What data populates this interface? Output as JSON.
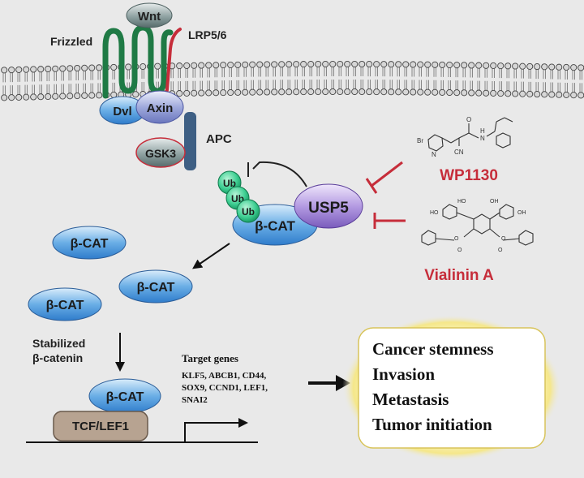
{
  "receptors": {
    "wnt": "Wnt",
    "frizzled": "Frizzled",
    "lrp": "LRP5/6",
    "dvl": "Dvl",
    "axin": "Axin",
    "apc": "APC",
    "gsk3": "GSK3"
  },
  "complex": {
    "ub1": "Ub",
    "ub2": "Ub",
    "ub3": "Ub",
    "beta_cat": "β-CAT",
    "usp5": "USP5"
  },
  "inhibitors": {
    "wp1130": "WP1130",
    "vialinin": "Vialinin A",
    "wp_atoms": {
      "br": "Br",
      "n1": "N",
      "o": "O",
      "n2": "N",
      "h": "H",
      "cn": "CN"
    },
    "vial_atoms": {
      "ho_top": "HO",
      "oh_top": "OH",
      "ho_left": "HO",
      "oh_right": "OH",
      "o1": "O",
      "o2": "O",
      "o3": "O",
      "o4": "O"
    }
  },
  "free_cat": {
    "c1": "β-CAT",
    "c2": "β-CAT",
    "c3": "β-CAT"
  },
  "stabilized": {
    "line1": "Stabilized",
    "line2": "β-catenin"
  },
  "nuclear": {
    "beta_cat": "β-CAT",
    "tcf": "TCF/LEF1"
  },
  "targets": {
    "heading": "Target genes",
    "line1": "KLF5, ABCB1, CD44,",
    "line2": "SOX9, CCND1, LEF1,",
    "line3": "SNAI2"
  },
  "outcomes": {
    "o1": "Cancer stemness",
    "o2": "Invasion",
    "o3": "Metastasis",
    "o4": "Tumor initiation"
  }
}
